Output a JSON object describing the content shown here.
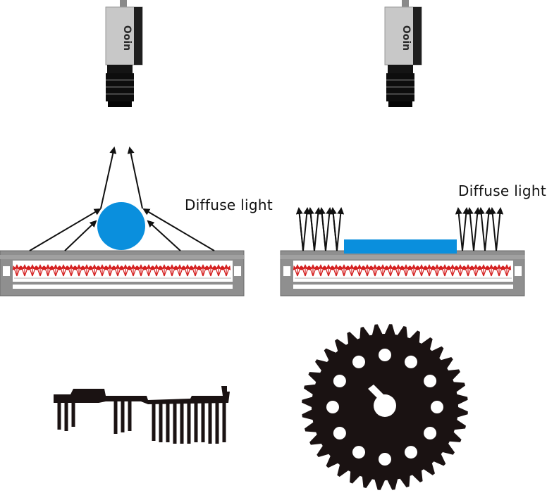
{
  "left_panel": {
    "label": "Diffuse light",
    "camera_logo": "Ooin",
    "object_color": "#0a8fdd",
    "ray_color": "#111111",
    "led_color": "#d42020"
  },
  "right_panel": {
    "label": "Diffuse light",
    "camera_logo": "Ooin",
    "object_color": "#0a8fdd",
    "ray_color": "#111111",
    "led_color": "#d42020"
  },
  "results": {
    "left_icon": "comb-part-silhouette",
    "right_icon": "sprocket-gear-silhouette",
    "silhouette_color": "#1a1212"
  },
  "colors": {
    "housing": "#8f8f8f",
    "housing_outline": "#6a6a6a"
  }
}
